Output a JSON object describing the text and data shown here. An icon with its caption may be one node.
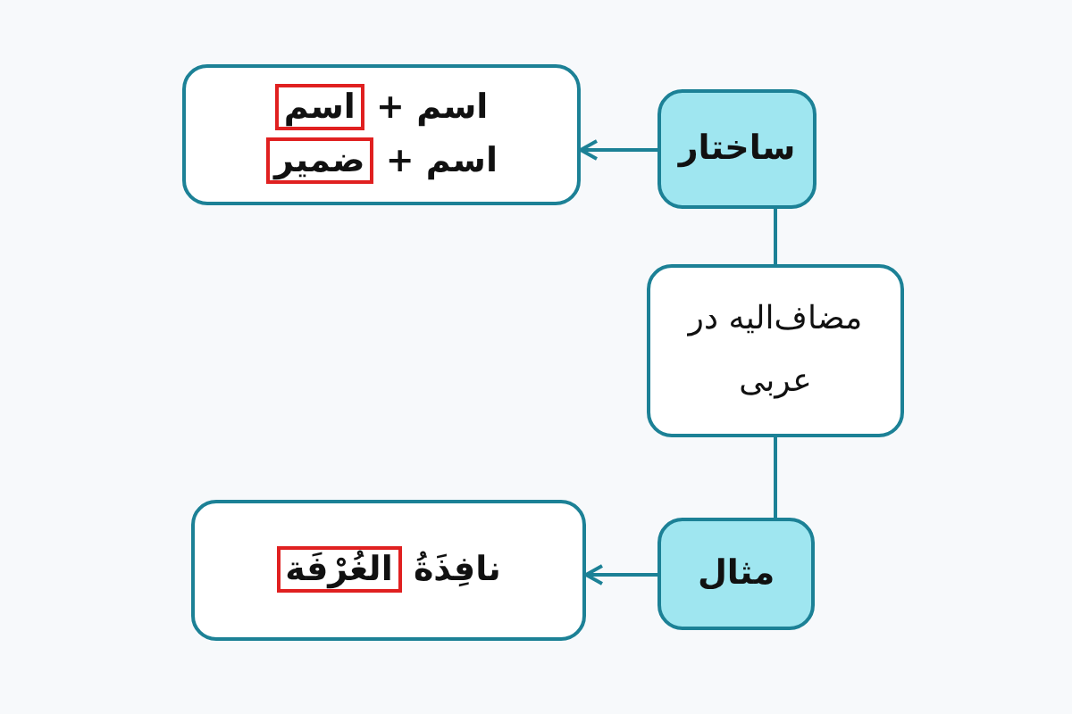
{
  "diagram": {
    "nodes": [
      {
        "text": [
          "مضاف‌الیه در عربی"
        ]
      },
      {
        "text": [
          "ساختار"
        ]
      },
      {
        "text": [
          "اسم + اسم",
          "اسم + ضمیر"
        ]
      },
      {
        "text": [
          "مثال"
        ]
      },
      {
        "text": [
          "نافِذَةُ الغُرْفَة"
        ]
      }
    ],
    "edges": [
      {
        "from": 1,
        "to": 0,
        "arrow": "none"
      },
      {
        "from": 1,
        "to": 2,
        "arrow": "to"
      },
      {
        "from": 0,
        "to": 3,
        "arrow": "none"
      },
      {
        "from": 3,
        "to": 4,
        "arrow": "to"
      }
    ]
  }
}
